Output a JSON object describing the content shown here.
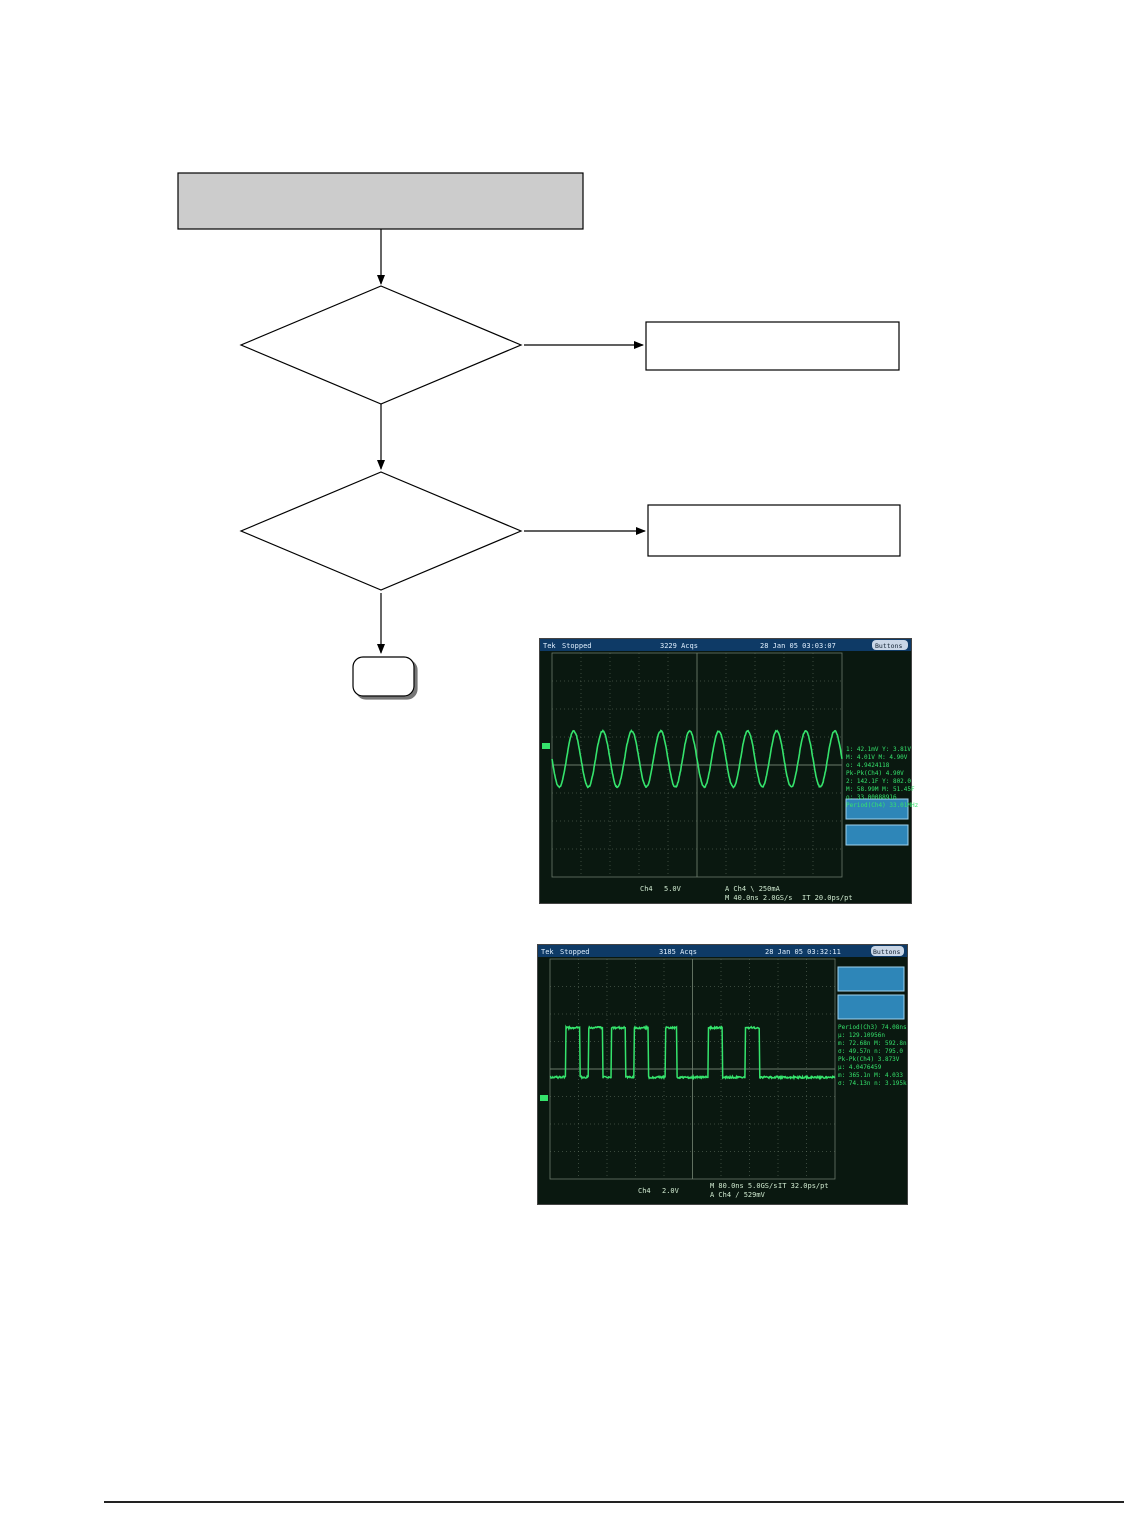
{
  "colors": {
    "header_fill": "#cccccc",
    "line": "#000000",
    "trace": "#35e36c",
    "screen_bg": "#0a1810",
    "grid": "#6a7a6a",
    "panel_button": "#2e86b8",
    "status_bar": "#0e3a66"
  },
  "scope_top": {
    "status_left": "Tek",
    "status_state": "Stopped",
    "status_acqs": "3229 Acqs",
    "status_date": "28 Jan 05 03:03:07",
    "buttons_label": "Buttons",
    "header_ch": "Ch4",
    "header_scale": "5.0V",
    "header_trigger": "A Ch4 \\ 250mA",
    "header_timebase": "M 40.0ns 2.0GS/s",
    "header_record": "IT 20.0ps/pt",
    "readouts": [
      "1: 42.1mV   Y: 3.81V",
      "M: 4.01V   M: 4.90V",
      "o: 4.9424118",
      "Pk-Pk(Ch4)   4.90V",
      "2: 142.1F   Y: 802.0",
      "M: 58.99M  M: 51.45F",
      "o: 33.00088916",
      "Period(Ch4)  33.01MHz"
    ],
    "chart_data": {
      "type": "line",
      "title": "",
      "series": [
        {
          "name": "Ch4",
          "waveform": "sine",
          "cycles": 10
        }
      ]
    }
  },
  "scope_bottom": {
    "status_left": "Tek",
    "status_state": "Stopped",
    "status_acqs": "3185 Acqs",
    "status_date": "28 Jan 05 03:32:11",
    "buttons_label": "Buttons",
    "footer_ch": "Ch4",
    "footer_scale": "2.0V",
    "footer_timebase": "M 80.0ns 5.0GS/s",
    "footer_record": "IT 32.0ps/pt",
    "footer_trigger": "A Ch4  ∕  529mV",
    "readouts": [
      "Period(Ch3)     74.08ns",
      "µ: 129.10956n",
      "m: 72.68n    M: 592.8n",
      "σ: 49.57n    n: 795.0",
      "Pk-Pk(Ch4)     3.873V",
      "µ: 4.0476459",
      "m: 365.1n    M: 4.033",
      "σ: 74.13n    n: 3.195k"
    ],
    "chart_data": {
      "type": "line",
      "title": "",
      "series": [
        {
          "name": "Ch4",
          "waveform": "pulse",
          "pulses_divisions": [
            [
              0.55,
              1.05
            ],
            [
              1.35,
              1.85
            ],
            [
              2.15,
              2.65
            ],
            [
              2.95,
              3.45
            ],
            [
              4.05,
              4.45
            ],
            [
              5.55,
              6.05
            ],
            [
              6.85,
              7.35
            ]
          ],
          "high_division": 1.5,
          "low_division": -0.3
        }
      ]
    }
  }
}
